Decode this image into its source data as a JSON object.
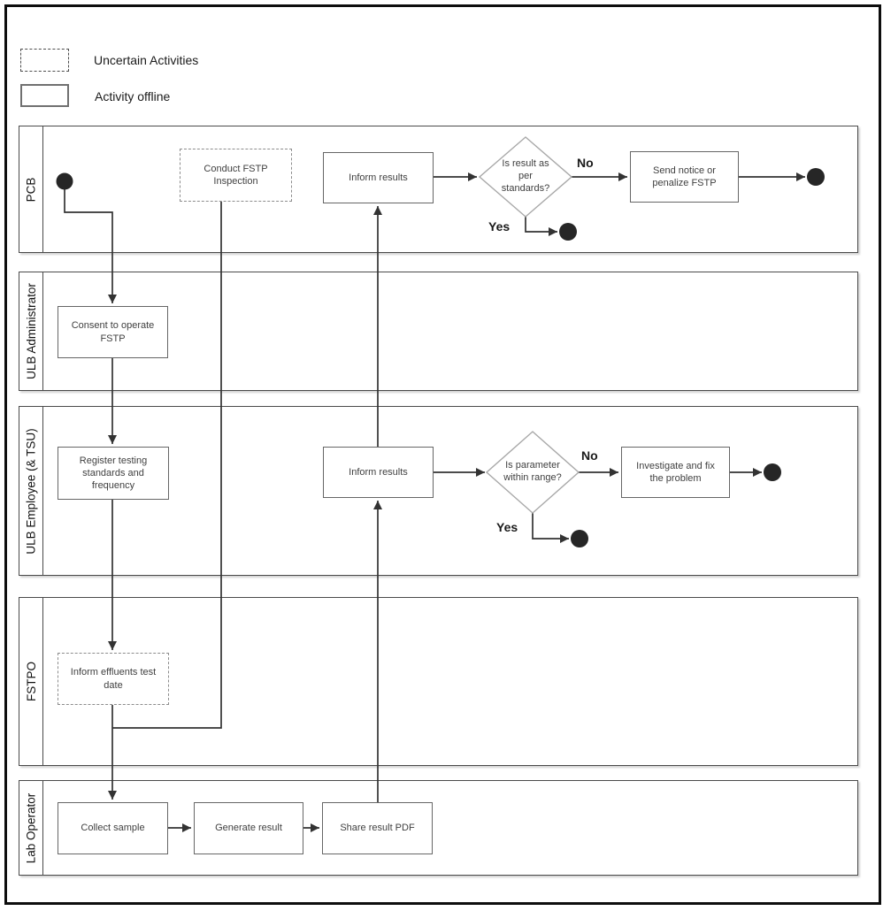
{
  "legend": {
    "uncertain": "Uncertain Activities",
    "offline": "Activity offline"
  },
  "lanes": [
    {
      "label": "PCB"
    },
    {
      "label": "ULB Administrator"
    },
    {
      "label": "ULB Employee (& TSU)"
    },
    {
      "label": "FSTPO"
    },
    {
      "label": "Lab Operator"
    }
  ],
  "nodes": {
    "conduct_fstp_inspection": "Conduct FSTP Inspection",
    "inform_results_pcb": "Inform results",
    "send_notice": "Send notice or penalize FSTP",
    "consent_to_operate": "Consent to operate FSTP",
    "register_testing": "Register testing standards and frequency",
    "inform_results_ulb": "Inform results",
    "investigate_fix": "Investigate and fix the problem",
    "inform_effluents": "Inform effluents test date",
    "collect_sample": "Collect sample",
    "generate_result": "Generate result",
    "share_result_pdf": "Share result PDF"
  },
  "decisions": {
    "result_per_standards": "Is result as per standards?",
    "parameter_within_range": "Is parameter within range?"
  },
  "edge_labels": {
    "pcb_no": "No",
    "pcb_yes": "Yes",
    "ulb_no": "No",
    "ulb_yes": "Yes"
  },
  "colors": {
    "connector": "#333333",
    "box_border": "#666666",
    "dashed_border": "#8c8c8c",
    "diamond_border": "#a8a8a8",
    "terminal_fill": "#262626",
    "lane_border": "#4a4a4a"
  }
}
